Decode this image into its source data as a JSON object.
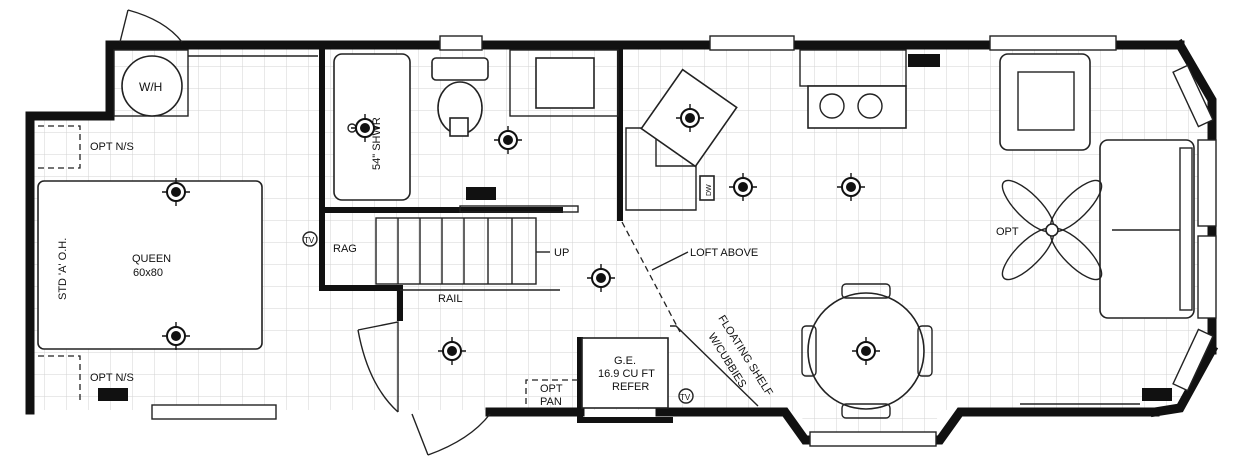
{
  "colors": {
    "wall": "#111111",
    "grid": "#d0d0d0",
    "background": "#ffffff"
  },
  "labels": {
    "wh": "W/H",
    "opt_ns_top": "OPT N/S",
    "opt_ns_bottom": "OPT N/S",
    "std_oh": "STD 'A' O.H.",
    "queen": "QUEEN",
    "queen_size": "60x80",
    "shower": "54\" SHWR",
    "tv_stair": "TV",
    "rag": "RAG",
    "up": "UP",
    "rail": "RAIL",
    "loft": "LOFT ABOVE",
    "dw": "DW",
    "opt_fan": "OPT",
    "fridge_1": "G.E.",
    "fridge_2": "16.9 CU FT",
    "fridge_3": "REFER",
    "opt_pan_1": "OPT",
    "opt_pan_2": "PAN",
    "tv_kitchen": "TV",
    "shelf_1": "FLOATING SHELF",
    "shelf_2": "W/CUBBIES"
  },
  "icons": {
    "ceiling_light": "ceiling-light-icon",
    "ceiling_fan": "ceiling-fan-icon",
    "door_swing": "door-swing-icon"
  }
}
